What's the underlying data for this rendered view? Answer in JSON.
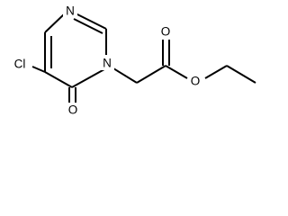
{
  "atoms": {
    "n_top": "N",
    "n_ring": "N",
    "cl": "Cl",
    "o_keto": "O",
    "o_ester_dbl": "O",
    "o_ester": "O"
  },
  "colors": {
    "bond": "#000000",
    "label": "#000000",
    "background": "#ffffff"
  }
}
